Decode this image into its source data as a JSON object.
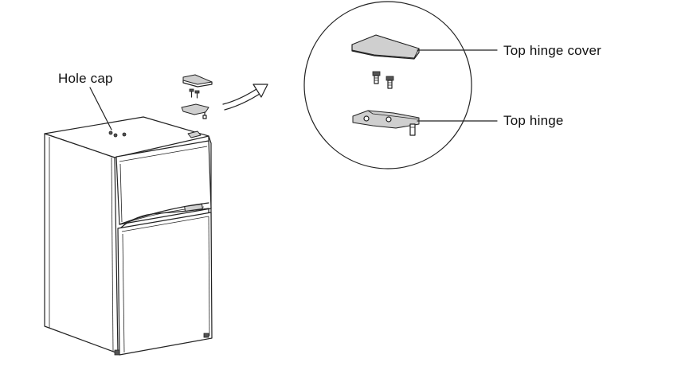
{
  "labels": {
    "hole_cap": "Hole cap",
    "top_hinge_cover": "Top hinge cover",
    "top_hinge": "Top hinge"
  },
  "icons": [
    "refrigerator",
    "hinge-cover",
    "hinge-screws",
    "top-hinge",
    "arrow",
    "magnifier-circle"
  ],
  "colors": {
    "line": "#222222",
    "background": "#ffffff"
  }
}
